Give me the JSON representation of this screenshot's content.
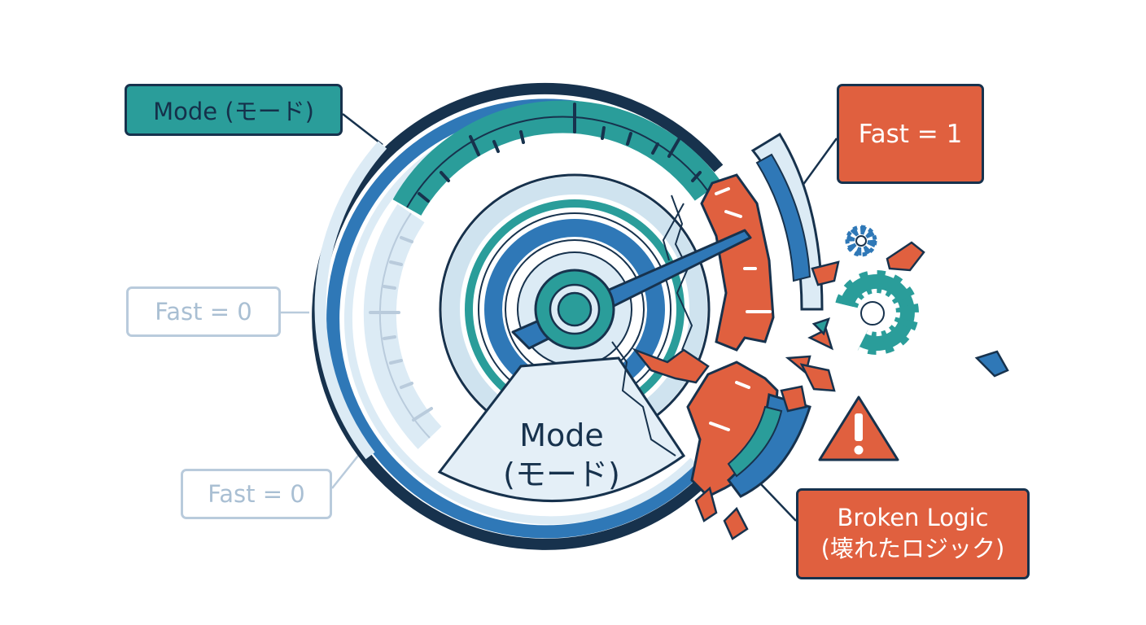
{
  "labels": {
    "mode_tag": "Mode (モード)",
    "fast_zero_upper": "Fast = 0",
    "fast_zero_lower": "Fast = 0",
    "fast_one": "Fast = 1",
    "center_line1": "Mode",
    "center_line2": "(モード)",
    "broken_line1": "Broken Logic",
    "broken_line2": "(壊れたロジック)"
  },
  "icons": [
    "gear-icon",
    "warning-icon",
    "needle-icon"
  ],
  "colors": {
    "navy": "#17324d",
    "blue": "#2f78b7",
    "teal": "#2a9d9a",
    "light_blue": "#dcebf5",
    "faded": "#b9cbdc",
    "orange": "#e0603f"
  }
}
